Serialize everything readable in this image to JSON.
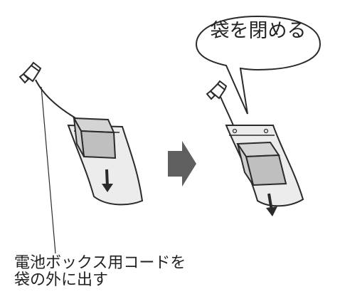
{
  "bubble": {
    "text": "袋を閉める"
  },
  "caption": {
    "line1": "電池ボックス用コードを",
    "line2": "袋の外に出す"
  },
  "icons": {
    "left_figure": "battery-box-with-cord-in-bag-icon",
    "arrow": "right-arrow-icon",
    "right_figure": "battery-box-inside-closed-bag-icon",
    "down_arrow": "down-arrow-icon"
  },
  "colors": {
    "line": "#2a2a2a",
    "bag_fill": "#ececec",
    "bag_inner": "#d9d9d9",
    "box_fill": "#bfbfbf",
    "box_top": "#d4d4d4",
    "arrow_fill": "#5f5f5f"
  }
}
